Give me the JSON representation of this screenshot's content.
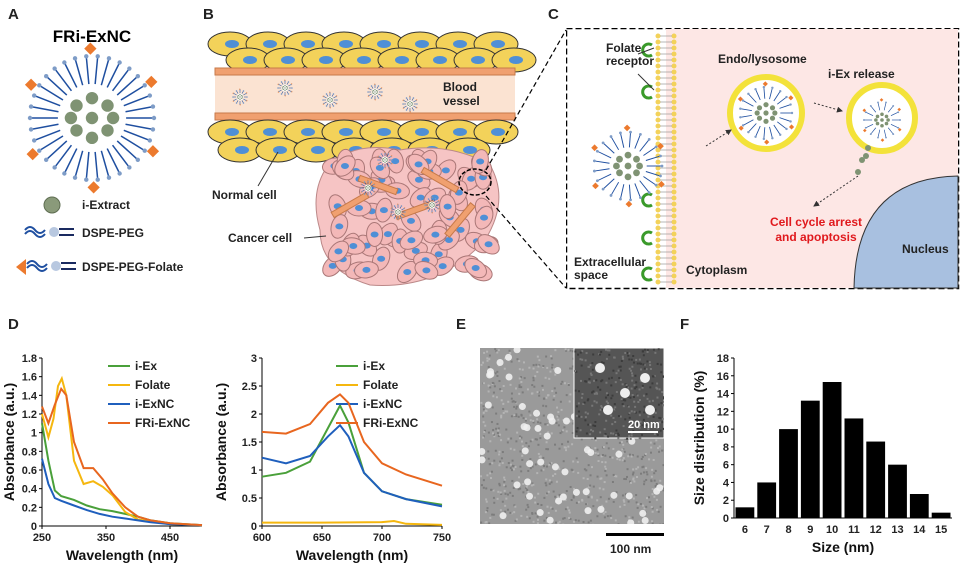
{
  "panel_labels": {
    "a": "A",
    "b": "B",
    "c": "C",
    "d": "D",
    "e": "E",
    "f": "F"
  },
  "panelA": {
    "title": "FRi-ExNC",
    "legend": [
      {
        "icon": "sphere-icon",
        "label": "i-Extract"
      },
      {
        "icon": "lipid-icon",
        "label": "DSPE-PEG"
      },
      {
        "icon": "folate-lipid-icon",
        "label": "DSPE-PEG-Folate"
      }
    ]
  },
  "panelB": {
    "blood_vessel": "Blood\nvessel",
    "normal_cell": "Normal cell",
    "cancer_cell": "Cancer cell"
  },
  "panelC": {
    "folate_receptor": "Folate\nreceptor",
    "endo": "Endo/lysosome",
    "release": "i-Ex release",
    "arrest": "Cell cycle arrest\nand apoptosis",
    "nucleus": "Nucleus",
    "extracellular": "Extracellular\nspace",
    "cytoplasm": "Cytoplasm"
  },
  "panelE": {
    "scale_inset": "20 nm",
    "scale_main": "100 nm"
  },
  "colors": {
    "iEx": "#4aa03a",
    "Folate": "#f5b70f",
    "iExNC": "#1f5fbd",
    "FRiExNC": "#e8661f",
    "bar": "#000000"
  },
  "chart_data": [
    {
      "type": "line",
      "xlabel": "Wavelength (nm)",
      "ylabel": "Absorbance (a.u.)",
      "xlim": [
        250,
        500
      ],
      "ylim": [
        0,
        1.8
      ],
      "xticks": [
        250,
        350,
        450
      ],
      "yticks": [
        0,
        0.2,
        0.4,
        0.6,
        0.8,
        1,
        1.2,
        1.4,
        1.6,
        1.8
      ],
      "legend": "top-right",
      "series": [
        {
          "name": "i-Ex",
          "color": "#4aa03a",
          "points": [
            [
              250,
              1.1
            ],
            [
              260,
              0.7
            ],
            [
              270,
              0.38
            ],
            [
              280,
              0.32
            ],
            [
              300,
              0.28
            ],
            [
              320,
              0.22
            ],
            [
              340,
              0.18
            ],
            [
              360,
              0.16
            ],
            [
              380,
              0.13
            ],
            [
              400,
              0.1
            ],
            [
              420,
              0.06
            ],
            [
              450,
              0.03
            ],
            [
              500,
              0.01
            ]
          ]
        },
        {
          "name": "Folate",
          "color": "#f5b70f",
          "points": [
            [
              250,
              1.2
            ],
            [
              260,
              0.95
            ],
            [
              268,
              1.15
            ],
            [
              275,
              1.5
            ],
            [
              281,
              1.58
            ],
            [
              288,
              1.4
            ],
            [
              300,
              0.7
            ],
            [
              315,
              0.45
            ],
            [
              330,
              0.48
            ],
            [
              345,
              0.42
            ],
            [
              360,
              0.33
            ],
            [
              380,
              0.15
            ],
            [
              400,
              0.07
            ],
            [
              450,
              0.02
            ],
            [
              500,
              0.01
            ]
          ]
        },
        {
          "name": "i-ExNC",
          "color": "#1f5fbd",
          "points": [
            [
              250,
              0.72
            ],
            [
              260,
              0.45
            ],
            [
              270,
              0.3
            ],
            [
              280,
              0.27
            ],
            [
              300,
              0.22
            ],
            [
              320,
              0.17
            ],
            [
              340,
              0.13
            ],
            [
              360,
              0.1
            ],
            [
              380,
              0.08
            ],
            [
              400,
              0.06
            ],
            [
              420,
              0.04
            ],
            [
              450,
              0.02
            ],
            [
              500,
              0.01
            ]
          ]
        },
        {
          "name": "FRi-ExNC",
          "color": "#e8661f",
          "points": [
            [
              250,
              1.28
            ],
            [
              260,
              1.1
            ],
            [
              270,
              1.3
            ],
            [
              280,
              1.47
            ],
            [
              288,
              1.4
            ],
            [
              300,
              0.9
            ],
            [
              315,
              0.62
            ],
            [
              330,
              0.62
            ],
            [
              345,
              0.5
            ],
            [
              360,
              0.35
            ],
            [
              380,
              0.2
            ],
            [
              400,
              0.1
            ],
            [
              420,
              0.06
            ],
            [
              450,
              0.03
            ],
            [
              500,
              0.01
            ]
          ]
        }
      ]
    },
    {
      "type": "line",
      "xlabel": "Wavelength (nm)",
      "ylabel": "Absorbance (a.u.)",
      "xlim": [
        600,
        750
      ],
      "ylim": [
        0,
        3
      ],
      "xticks": [
        600,
        650,
        700,
        750
      ],
      "yticks": [
        0,
        0.5,
        1,
        1.5,
        2,
        2.5,
        3
      ],
      "legend": "top-right",
      "series": [
        {
          "name": "i-Ex",
          "color": "#4aa03a",
          "points": [
            [
              600,
              0.88
            ],
            [
              620,
              0.95
            ],
            [
              640,
              1.15
            ],
            [
              655,
              1.75
            ],
            [
              665,
              2.15
            ],
            [
              672,
              1.85
            ],
            [
              685,
              0.95
            ],
            [
              700,
              0.62
            ],
            [
              720,
              0.48
            ],
            [
              750,
              0.38
            ]
          ]
        },
        {
          "name": "Folate",
          "color": "#f5b70f",
          "points": [
            [
              600,
              0.06
            ],
            [
              650,
              0.06
            ],
            [
              700,
              0.07
            ],
            [
              710,
              0.09
            ],
            [
              720,
              0.04
            ],
            [
              750,
              0.02
            ]
          ]
        },
        {
          "name": "i-ExNC",
          "color": "#1f5fbd",
          "points": [
            [
              600,
              1.22
            ],
            [
              620,
              1.12
            ],
            [
              640,
              1.25
            ],
            [
              655,
              1.6
            ],
            [
              665,
              1.8
            ],
            [
              672,
              1.6
            ],
            [
              685,
              0.95
            ],
            [
              700,
              0.62
            ],
            [
              720,
              0.48
            ],
            [
              750,
              0.35
            ]
          ]
        },
        {
          "name": "FRi-ExNC",
          "color": "#e8661f",
          "points": [
            [
              600,
              1.68
            ],
            [
              620,
              1.65
            ],
            [
              640,
              1.82
            ],
            [
              655,
              2.2
            ],
            [
              665,
              2.35
            ],
            [
              672,
              2.2
            ],
            [
              685,
              1.5
            ],
            [
              700,
              1.12
            ],
            [
              720,
              0.92
            ],
            [
              750,
              0.72
            ]
          ]
        }
      ]
    },
    {
      "type": "bar",
      "xlabel": "Size (nm)",
      "ylabel": "Size distribution (%)",
      "ylim": [
        0,
        18
      ],
      "yticks": [
        0,
        2,
        4,
        6,
        8,
        10,
        12,
        14,
        16,
        18
      ],
      "categories": [
        "6",
        "7",
        "8",
        "9",
        "10",
        "11",
        "12",
        "13",
        "14",
        "15"
      ],
      "values": [
        1.2,
        4,
        10,
        13.2,
        15.3,
        11.2,
        8.6,
        6,
        2.7,
        0.6
      ]
    }
  ]
}
